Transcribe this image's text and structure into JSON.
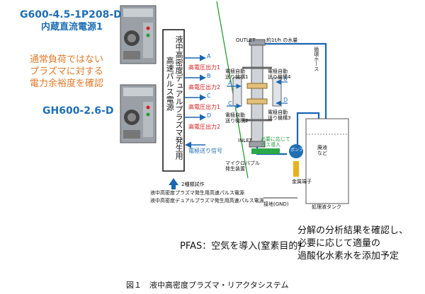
{
  "supplies": {
    "ps1_model": "G600-4.5-1P208-D",
    "ps1_desc": "内蔵直流電源1",
    "ps2_model": "GH600-2.6-D"
  },
  "note_orange": [
    "通常負荷ではない",
    "プラズマに対する",
    "電力余裕度を確認"
  ],
  "pulse_box": {
    "line1": "液中高密度デュアルプラズマ発生用",
    "line2": "高速パルス電源"
  },
  "outputs": {
    "letters": [
      "A",
      "B",
      "C",
      "D"
    ],
    "hv_labels": [
      "高電圧出力1",
      "高電圧出力2",
      "高電圧出力1",
      "高電圧出力2"
    ],
    "signal": "電極送り信号"
  },
  "prototype": {
    "title": "2種類試作",
    "items": [
      "液中高密度プラズマ発生用高速パルス電源",
      "液中高密度デュアルプラズマ発生用高速パルス電源"
    ]
  },
  "reactor": {
    "outlet": "OUTLET",
    "inlet": "INLET",
    "flow": "約1t/h の水量",
    "hose": "循環ホース",
    "electrode_labels": [
      "電極自動\n送り機構1",
      "電極自動\n送り機構2",
      "電極自動\n送り機構3",
      "電極自動\n送り機構4"
    ],
    "gas": "必要に応じて\nガス導入",
    "bubble": "マイクロバブル\n発生装置",
    "pump": "ポンプ",
    "waste": "廃液\nなど",
    "tank": "処理液タンク",
    "metal": "金属端子",
    "ground": "接地(GND)",
    "port_letters": [
      "A",
      "B",
      "C",
      "D"
    ]
  },
  "notes": {
    "pfas": "PFAS：空気を導入(窒素目的)",
    "analysis": [
      "分解の分析結果を確認し、",
      "必要に応じて適量の",
      "過酸化水素水を添加予定"
    ]
  },
  "caption": "図１　液中高密度プラズマ・リアクタシステム",
  "colors": {
    "accent_blue": "#1f6fb5",
    "orange": "#e07b2b",
    "red": "#d21f1f",
    "green": "#2a9a3a",
    "frame_blue": "#1a66b3"
  },
  "icons": [
    "power-supply-icon",
    "arrow-up-icon",
    "pump-icon"
  ]
}
